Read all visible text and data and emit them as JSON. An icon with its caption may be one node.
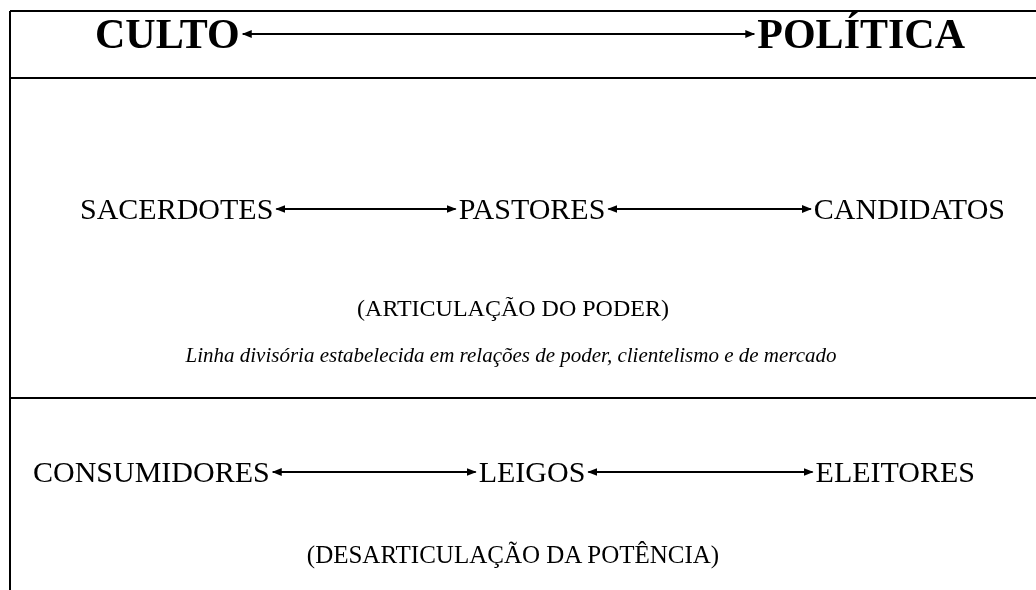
{
  "diagram": {
    "nodes": [
      {
        "text": [
          "CULTO"
        ]
      },
      {
        "text": [
          "POLÍTICA"
        ]
      },
      {
        "text": [
          "SACERDOTES"
        ]
      },
      {
        "text": [
          "PASTORES"
        ]
      },
      {
        "text": [
          "CANDIDATOS"
        ]
      },
      {
        "text": [
          "CONSUMIDORES"
        ]
      },
      {
        "text": [
          "LEIGOS"
        ]
      },
      {
        "text": [
          "ELEITORES"
        ]
      }
    ],
    "edges": [
      {
        "from": 0,
        "to": 1,
        "arrow": "both"
      },
      {
        "from": 2,
        "to": 3,
        "arrow": "both"
      },
      {
        "from": 3,
        "to": 4,
        "arrow": "both"
      },
      {
        "from": 5,
        "to": 6,
        "arrow": "both"
      },
      {
        "from": 6,
        "to": 7,
        "arrow": "both"
      }
    ],
    "labels": [
      "(ARTICULAÇÃO DO PODER)",
      "Linha divisória estabelecida em relações de poder, clientelismo e de mercado",
      "(DESARTICULAÇÃO DA POTÊNCIA)"
    ]
  }
}
